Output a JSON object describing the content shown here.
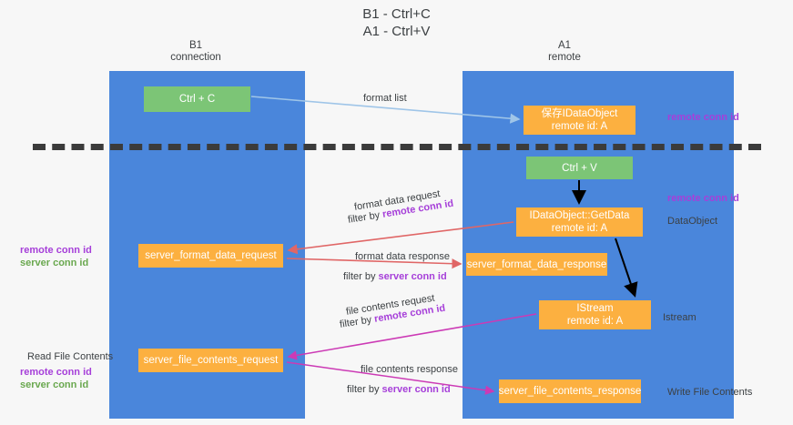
{
  "title": {
    "line1": "B1 - Ctrl+C",
    "line2": "A1 - Ctrl+V"
  },
  "columns": [
    {
      "name": "B1",
      "role": "connection"
    },
    {
      "name": "A1",
      "role": "remote"
    }
  ],
  "colors": {
    "lane": "#4a86db",
    "green_box": "#7cc576",
    "orange_box": "#fcb040",
    "purple_text": "#a63fd9",
    "green_text": "#6aa84f",
    "red_arrow": "#e06666",
    "magenta_arrow": "#cc3ab5",
    "blue_arrow": "#9fc5e8",
    "black_arrow": "#000000",
    "divider": "#3b3b3b",
    "background": "#f7f7f7"
  },
  "boxes": {
    "ctrl_c": "Ctrl + C",
    "idataobject": {
      "line1": "保存IDataObject",
      "line2": "remote id: A"
    },
    "ctrl_v": "Ctrl + V",
    "getdata": {
      "line1": "IDataObject::GetData",
      "line2": "remote id: A"
    },
    "server_format_data_request": "server_format_data_request",
    "server_format_data_response": "server_format_data_response",
    "istream": {
      "line1": "IStream",
      "line2": "remote id: A"
    },
    "server_file_contents_request": "server_file_contents_request",
    "server_file_contents_response": "server_file_contents_response"
  },
  "edge_labels": {
    "format_list": "format list",
    "format_data_request": "format data request",
    "format_data_request_filter_prefix": "filter by ",
    "format_data_request_filter_key": "remote conn id",
    "format_data_response": "format data response",
    "format_data_response_filter_prefix": "filter by ",
    "format_data_response_filter_key": "server conn id",
    "file_contents_request": "file contents request",
    "file_contents_request_filter_prefix": "filter by ",
    "file_contents_request_filter_key": "remote conn id",
    "file_contents_response": "file contents response",
    "file_contents_response_filter_prefix": "filter by ",
    "file_contents_response_filter_key": "server conn id"
  },
  "side_notes": {
    "right_top_remote_conn_id": "remote conn id",
    "right_mid_remote_conn_id": "remote conn id",
    "right_dataobject": "DataObject",
    "right_istream": "Istream",
    "right_write_file_contents": "Write File Contents",
    "left_remote_conn_id": "remote conn id",
    "left_server_conn_id": "server conn id",
    "left_read_file_contents": "Read File Contents",
    "left_remote_conn_id_2": "remote conn id",
    "left_server_conn_id_2": "server conn id"
  }
}
